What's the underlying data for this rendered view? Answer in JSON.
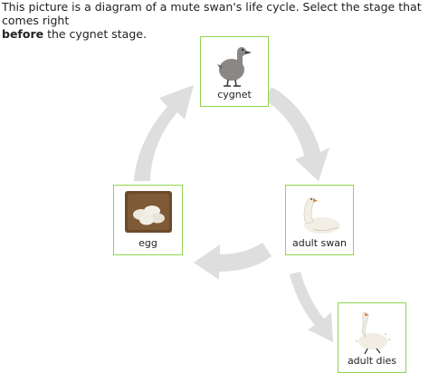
{
  "question": {
    "line1": "This picture is a diagram of a mute swan's life cycle. Select the stage that comes right",
    "emphasis": "before",
    "line2_rest": " the cygnet stage."
  },
  "stages": {
    "cygnet": {
      "label": "cygnet"
    },
    "egg": {
      "label": "egg"
    },
    "adult_swan": {
      "label": "adult swan"
    },
    "adult_dies": {
      "label": "adult dies"
    }
  },
  "colors": {
    "card_border": "#8fd44f",
    "arrow": "#dedede",
    "text": "#222222"
  }
}
